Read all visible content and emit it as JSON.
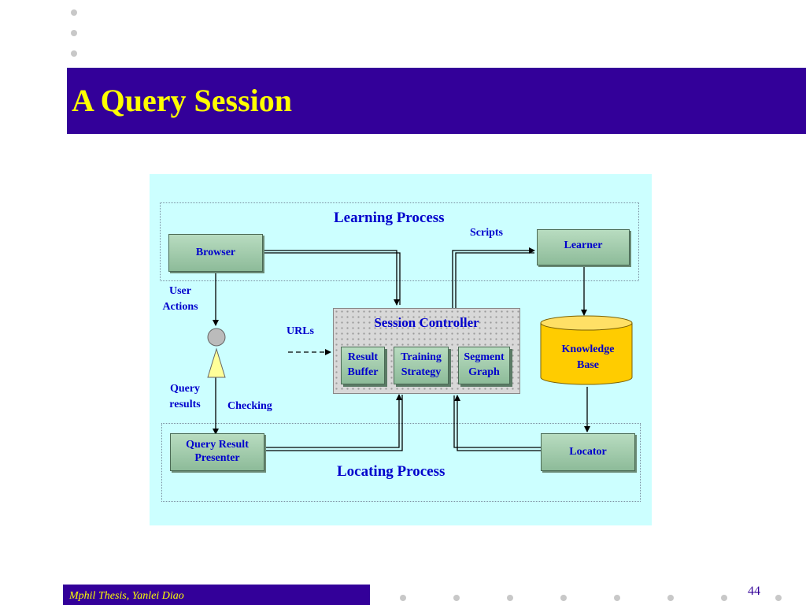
{
  "slide": {
    "title": "A Query Session",
    "footer": "Mphil Thesis, Yanlei Diao",
    "page_number": "44"
  },
  "diagram": {
    "learning_process_label": "Learning Process",
    "locating_process_label": "Locating Process",
    "scripts_label": "Scripts",
    "user_actions_label": "User\nActions",
    "urls_label": "URLs",
    "query_results_label": "Query\nresults",
    "checking_label": "Checking",
    "browser": "Browser",
    "learner": "Learner",
    "knowledge_base": "Knowledge\nBase",
    "query_result_presenter": "Query Result\nPresenter",
    "locator": "Locator",
    "session_controller": {
      "title": "Session Controller",
      "components": [
        "Result\nBuffer",
        "Training\nStrategy",
        "Segment\nGraph"
      ]
    }
  },
  "colors": {
    "title_bar": "#330099",
    "title_text": "#ffff00",
    "diagram_background": "#ccffff",
    "label_text": "#0000cc",
    "knowledge_base_fill": "#ffcc00"
  }
}
